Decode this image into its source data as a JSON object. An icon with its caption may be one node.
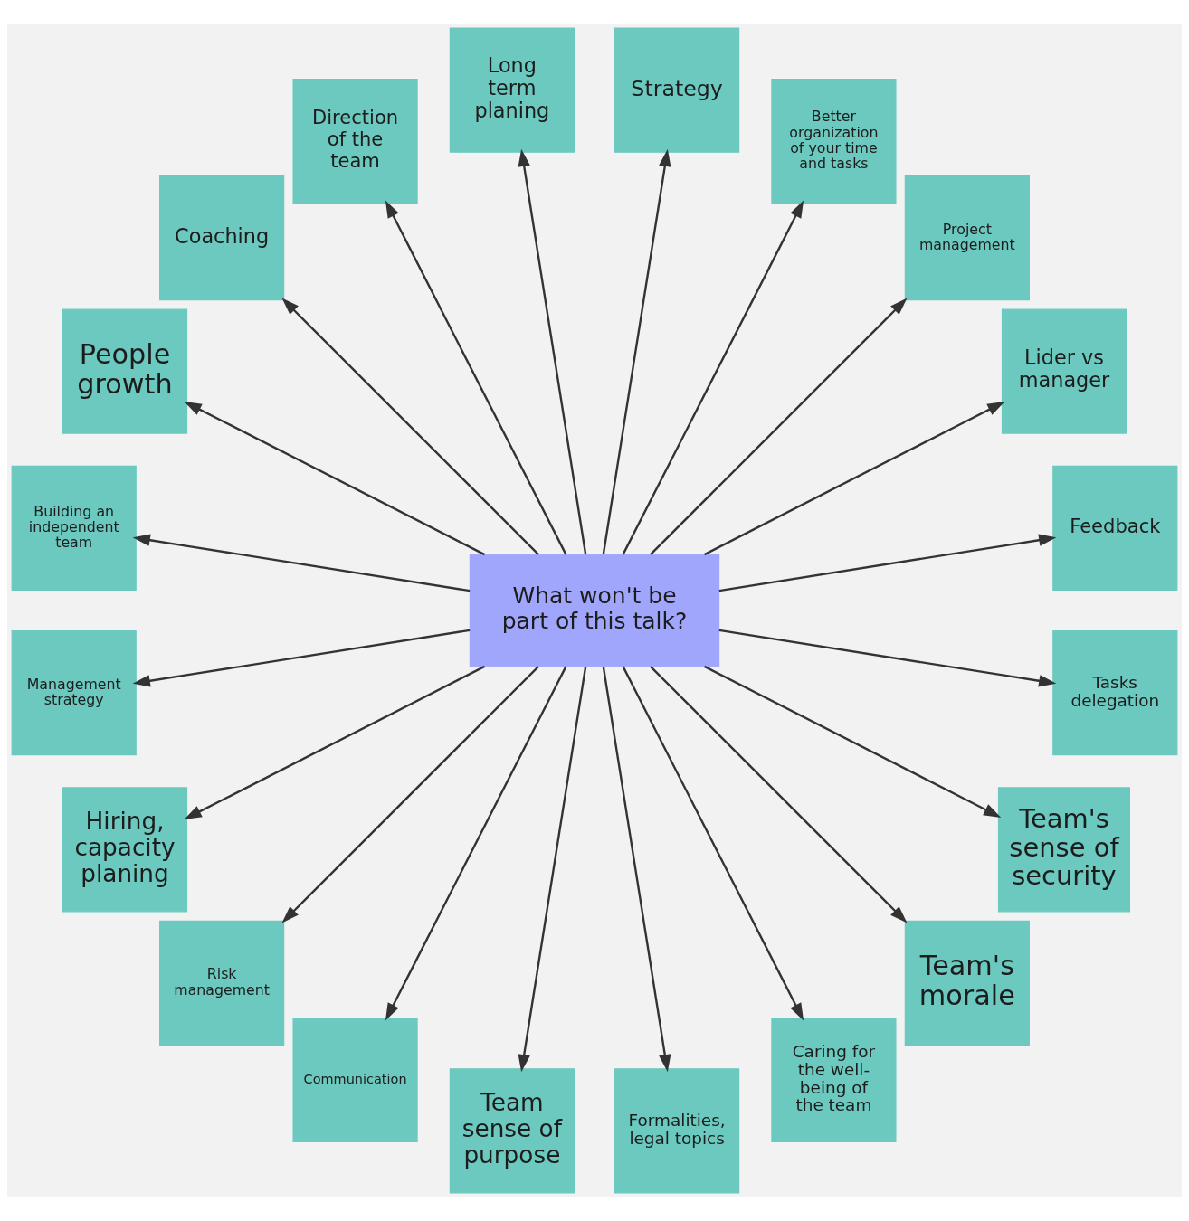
{
  "diagram": {
    "nodes": [
      {
        "text": [
          "What won't be part of this talk?"
        ]
      },
      {
        "text": [
          "Coaching"
        ]
      },
      {
        "text": [
          "Direction of the team"
        ]
      },
      {
        "text": [
          "Long term planing"
        ]
      },
      {
        "text": [
          "Strategy"
        ]
      },
      {
        "text": [
          "Better organization of your time and tasks"
        ]
      },
      {
        "text": [
          "Project management"
        ]
      },
      {
        "text": [
          "Lider vs manager"
        ]
      },
      {
        "text": [
          "Feedback"
        ]
      },
      {
        "text": [
          "Tasks delegation"
        ]
      },
      {
        "text": [
          "Team's sense of security"
        ]
      },
      {
        "text": [
          "Team's morale"
        ]
      },
      {
        "text": [
          "Caring for the well-being of the team"
        ]
      },
      {
        "text": [
          "Formalities, legal topics"
        ]
      },
      {
        "text": [
          "Team sense of purpose"
        ]
      },
      {
        "text": [
          "Communication"
        ]
      },
      {
        "text": [
          "Risk management"
        ]
      },
      {
        "text": [
          "Hiring, capacity planing"
        ]
      },
      {
        "text": [
          "Management strategy"
        ]
      },
      {
        "text": [
          "Building an independent team"
        ]
      },
      {
        "text": [
          "People growth"
        ]
      }
    ],
    "edges": [
      {
        "from": 0,
        "to": 1,
        "arrow": "to"
      },
      {
        "from": 0,
        "to": 2,
        "arrow": "to"
      },
      {
        "from": 0,
        "to": 3,
        "arrow": "to"
      },
      {
        "from": 0,
        "to": 4,
        "arrow": "to"
      },
      {
        "from": 0,
        "to": 5,
        "arrow": "to"
      },
      {
        "from": 0,
        "to": 6,
        "arrow": "to"
      },
      {
        "from": 0,
        "to": 7,
        "arrow": "to"
      },
      {
        "from": 0,
        "to": 8,
        "arrow": "to"
      },
      {
        "from": 0,
        "to": 9,
        "arrow": "to"
      },
      {
        "from": 0,
        "to": 10,
        "arrow": "to"
      },
      {
        "from": 0,
        "to": 11,
        "arrow": "to"
      },
      {
        "from": 0,
        "to": 12,
        "arrow": "to"
      },
      {
        "from": 0,
        "to": 13,
        "arrow": "to"
      },
      {
        "from": 0,
        "to": 14,
        "arrow": "to"
      },
      {
        "from": 0,
        "to": 15,
        "arrow": "to"
      },
      {
        "from": 0,
        "to": 16,
        "arrow": "to"
      },
      {
        "from": 0,
        "to": 17,
        "arrow": "to"
      },
      {
        "from": 0,
        "to": 18,
        "arrow": "to"
      },
      {
        "from": 0,
        "to": 19,
        "arrow": "to"
      },
      {
        "from": 0,
        "to": 20,
        "arrow": "to"
      }
    ]
  }
}
